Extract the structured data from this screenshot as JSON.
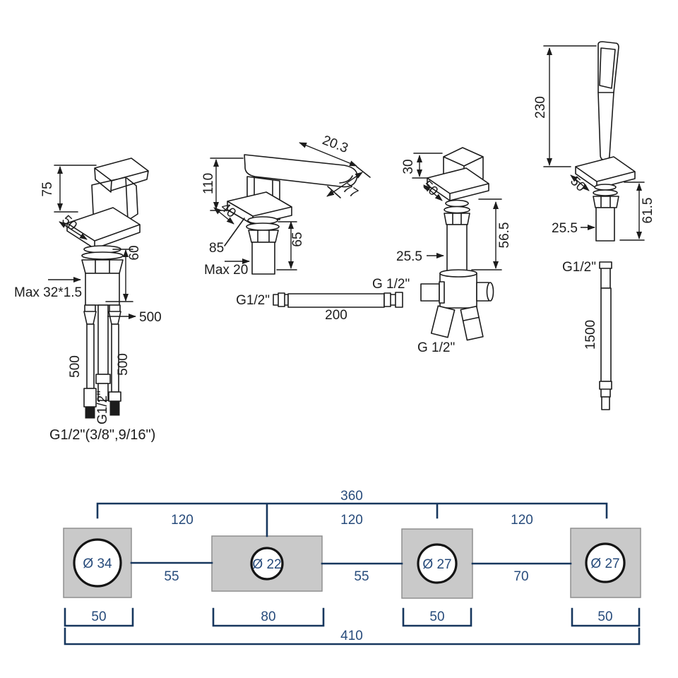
{
  "valve": {
    "dim_height": "75",
    "dim_plate": "50",
    "dim_shank": "60",
    "note_max_thread": "Max 32*1.5",
    "hose_length_leader": "500",
    "hose_length_left": "500",
    "hose_conn_mid": "G1/2\"",
    "hose_length_right": "500",
    "note_connections": "G1/2\"(3/8\",9/16\")"
  },
  "spout": {
    "dim_height": "110",
    "dim_top_width": "20.3",
    "dim_spout_width": "77",
    "dim_plate_depth": "40",
    "dim_plate_length": "85",
    "dim_shank": "65",
    "note_max_deck": "Max 20",
    "hose_conn_left": "G1/2\"",
    "hose_conn_right": "G 1/2\"",
    "hose_length": "200"
  },
  "diverter": {
    "dim_knob_height": "30",
    "dim_plate": "50",
    "dim_shank": "56.5",
    "dim_shank_dia": "25.5",
    "conn_outlet": "G 1/2\""
  },
  "handshower": {
    "dim_height": "230",
    "dim_plate": "50",
    "dim_shank": "61.5",
    "dim_shank_dia": "25.5",
    "hose_conn": "G1/2\"",
    "hose_length": "1500"
  },
  "layout": {
    "dim_span_centers": "360",
    "dim_spacings": [
      "120",
      "120",
      "120"
    ],
    "dim_gaps": [
      "55",
      "55",
      "70"
    ],
    "hole_labels": [
      "Ø 34",
      "Ø 22",
      "Ø 27",
      "Ø 27"
    ],
    "dim_base_widths": [
      "50",
      "80",
      "50",
      "50"
    ],
    "dim_overall": "410"
  },
  "colors": {
    "ink": "#1c1c1c",
    "layout_line": "#17375e",
    "layout_text": "#274b7b",
    "square_fill": "#c9c9c9"
  }
}
